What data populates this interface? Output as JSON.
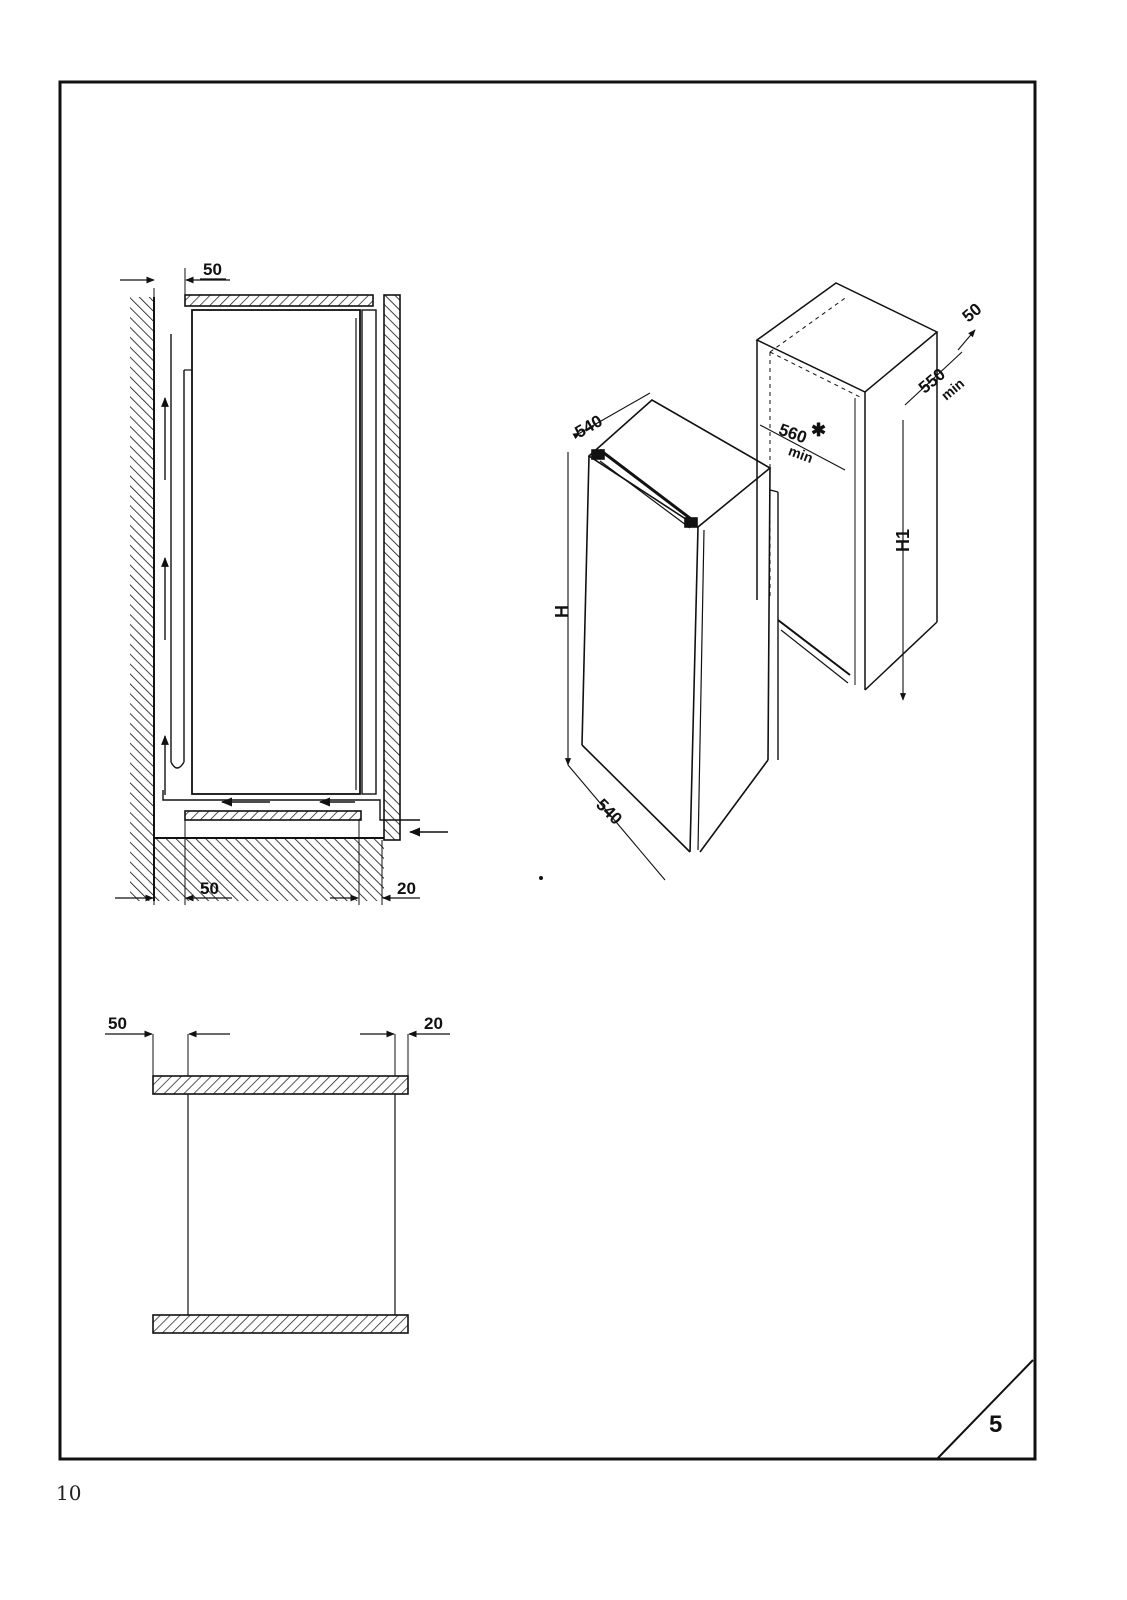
{
  "page": {
    "page_number": "10"
  },
  "figure": {
    "number": "5"
  },
  "side_view": {
    "top_gap": "50",
    "bottom_rear_gap": "50",
    "bottom_front_gap": "20"
  },
  "top_view": {
    "rear_gap": "50",
    "front_gap": "20"
  },
  "iso_view": {
    "appliance_width": "540",
    "appliance_depth": "540",
    "appliance_height": "H",
    "niche_width": "560",
    "niche_width_note": "min",
    "niche_star": "✱",
    "niche_depth": "550",
    "niche_depth_note": "min",
    "niche_rear_gap": "50",
    "niche_height": "H1"
  }
}
